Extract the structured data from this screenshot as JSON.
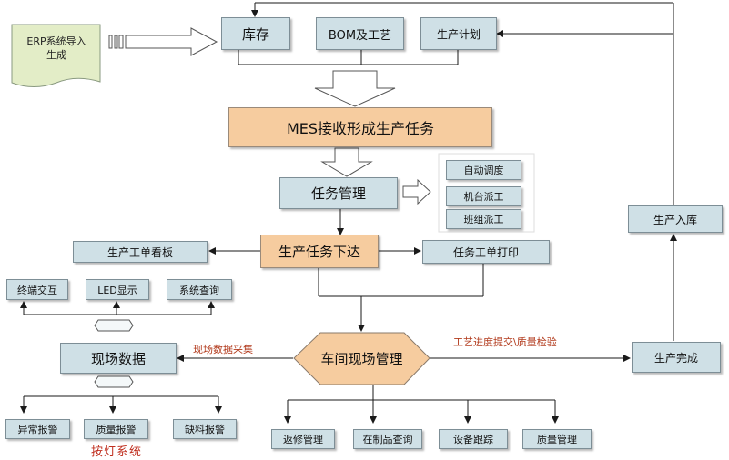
{
  "erp_doc": {
    "line1": "ERP系统导入",
    "line2": "生成"
  },
  "nodes": {
    "inventory": "库存",
    "bom": "BOM及工艺",
    "production_plan": "生产计划",
    "mes_receive": "MES接收形成生产任务",
    "task_management": "任务管理",
    "auto_dispatch": "自动调度",
    "machine_dispatch": "机台派工",
    "team_dispatch": "班组派工",
    "task_release": "生产任务下达",
    "work_order_board": "生产工单看板",
    "work_order_print": "任务工单打印",
    "terminal_interaction": "终端交互",
    "led_display": "LED显示",
    "system_query": "系统查询",
    "field_data": "现场数据",
    "workshop_management": "车间现场管理",
    "abnormal_alarm": "异常报警",
    "quality_alarm": "质量报警",
    "shortage_alarm": "缺料报警",
    "rework_management": "返修管理",
    "wip_query": "在制品查询",
    "equipment_tracking": "设备跟踪",
    "quality_management": "质量管理",
    "production_complete": "生产完成",
    "production_warehousing": "生产入库"
  },
  "edge_labels": {
    "field_data_collection": "现场数据采集",
    "process_progress": "工艺进度提交\\质量检验"
  },
  "groups": {
    "andon_system": "按灯系统"
  },
  "colors": {
    "box_fill": "#cfe0e6",
    "box_border": "#7d8e96",
    "highlight_fill": "#f6cc9f",
    "doc_fill": "#e3edc7",
    "label_red": "#b23a1c"
  }
}
